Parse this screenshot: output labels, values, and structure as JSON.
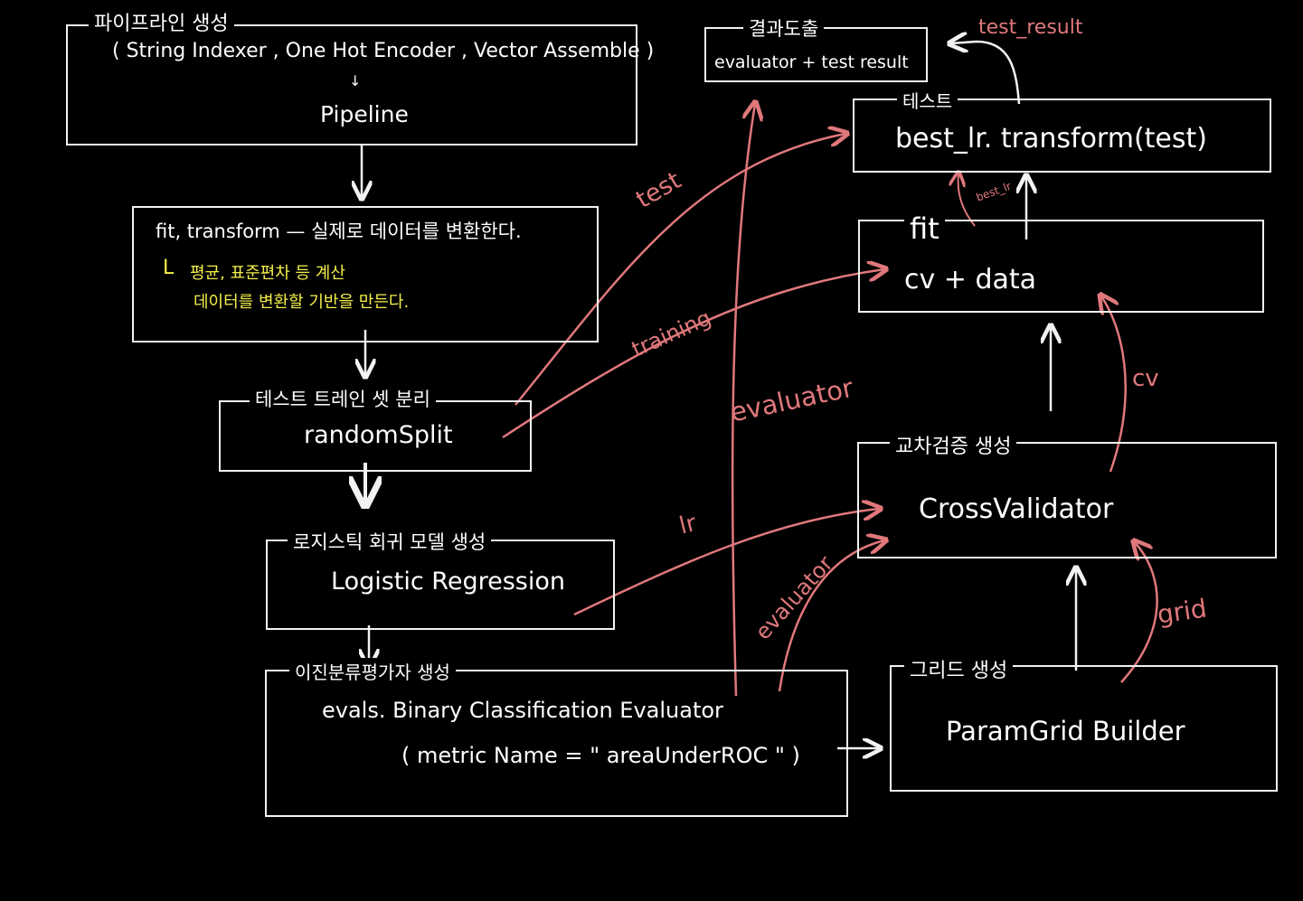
{
  "colors": {
    "background": "#000000",
    "ink": "#f2f2f2",
    "highlight": "#f4ef4a",
    "arrow": "#e0787c"
  },
  "pipeline": {
    "title": "파이프라인 생성",
    "components": "( String Indexer , One Hot Encoder , Vector Assemble )",
    "down_arrow": "↓",
    "name": "Pipeline"
  },
  "fit_transform": {
    "main": "fit, transform — 실제로 데이터를 변환한다.",
    "bullet_mark": "L",
    "note1": "평균, 표준편차 등 계산",
    "note2": "데이터를 변환할 기반을 만든다."
  },
  "split": {
    "title": "테스트 트레인 셋 분리",
    "name": "randomSplit"
  },
  "logistic": {
    "title": "로지스틱 회귀 모델 생성",
    "name": "Logistic Regression"
  },
  "evaluator": {
    "title": "이진분류평가자 생성",
    "name": "evals. Binary Classification Evaluator",
    "param": "( metric Name = \" areaUnderROC \" )"
  },
  "result": {
    "title": "결과도출",
    "content": "evaluator + test result"
  },
  "test_box": {
    "title": "테스트",
    "content": "best_lr. transform(test)"
  },
  "fit_box": {
    "title": "fit",
    "content": "cv + data"
  },
  "crossval": {
    "title": "교차검증 생성",
    "name": "CrossValidator"
  },
  "grid": {
    "title": "그리드 생성",
    "name": "ParamGrid Builder"
  },
  "arrow_labels": {
    "test": "test",
    "training": "training",
    "evaluator_long": "evaluator",
    "lr": "lr",
    "evaluator_short": "evaluator",
    "test_result": "test_result",
    "best_lr": "best_lr",
    "cv": "cv",
    "grid": "grid"
  }
}
